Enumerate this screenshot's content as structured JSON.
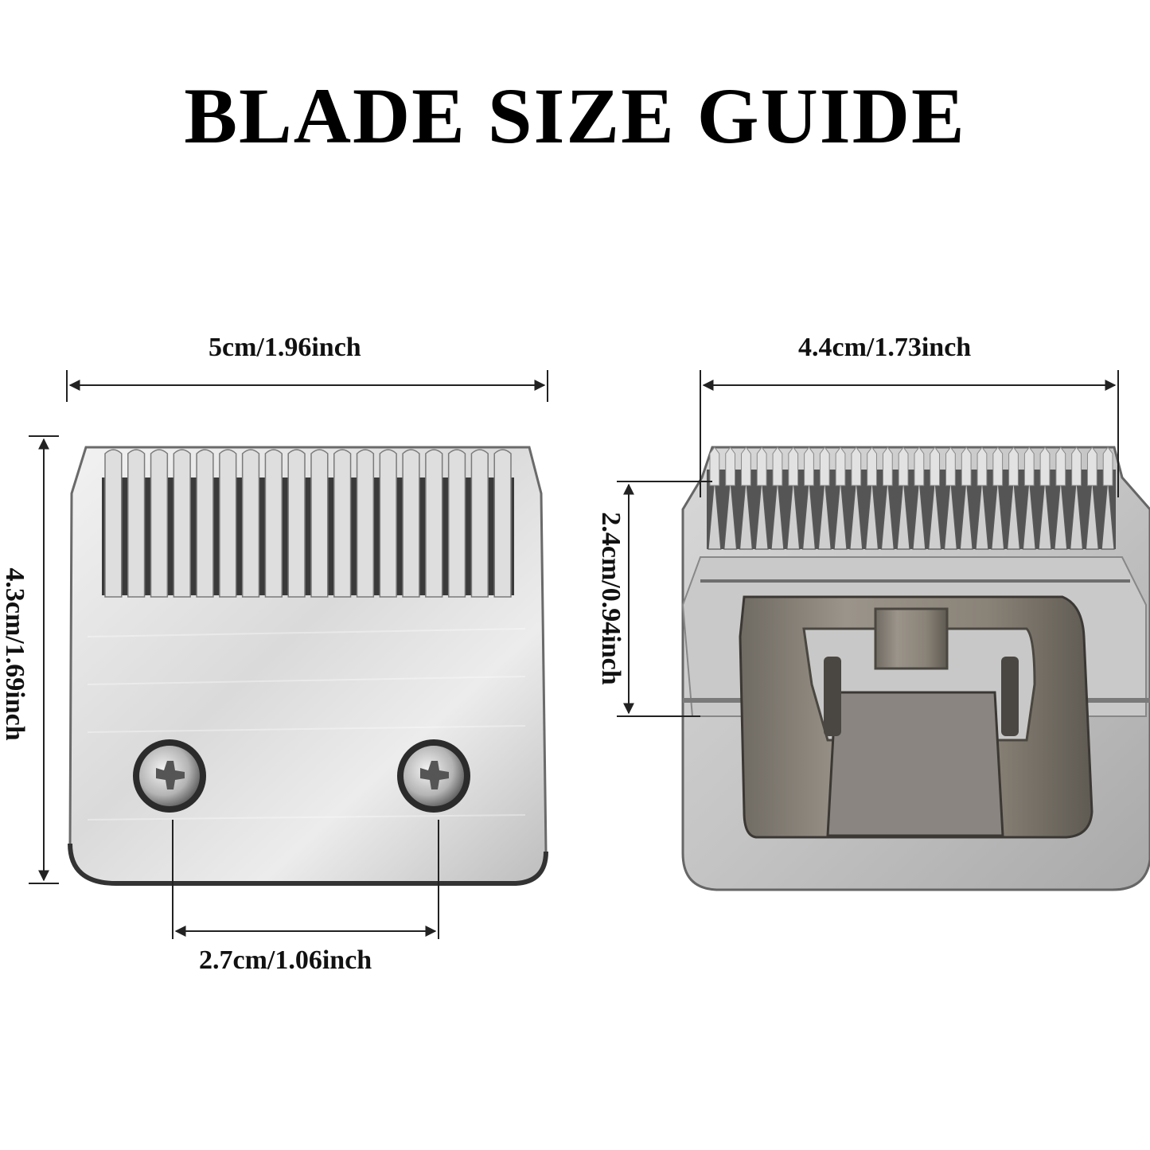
{
  "title": "BLADE SIZE GUIDE",
  "dimensions": {
    "front_width": "5cm/1.96inch",
    "front_height": "4.3cm/1.69inch",
    "screw_spacing": "2.7cm/1.06inch",
    "back_width": "4.4cm/1.73inch",
    "back_teeth_height": "2.4cm/0.94inch"
  },
  "colors": {
    "steel_light": "#e4e4e4",
    "steel_dark": "#8d8d8d",
    "clip_brown": "#8a8378",
    "dim_line": "#222222"
  }
}
